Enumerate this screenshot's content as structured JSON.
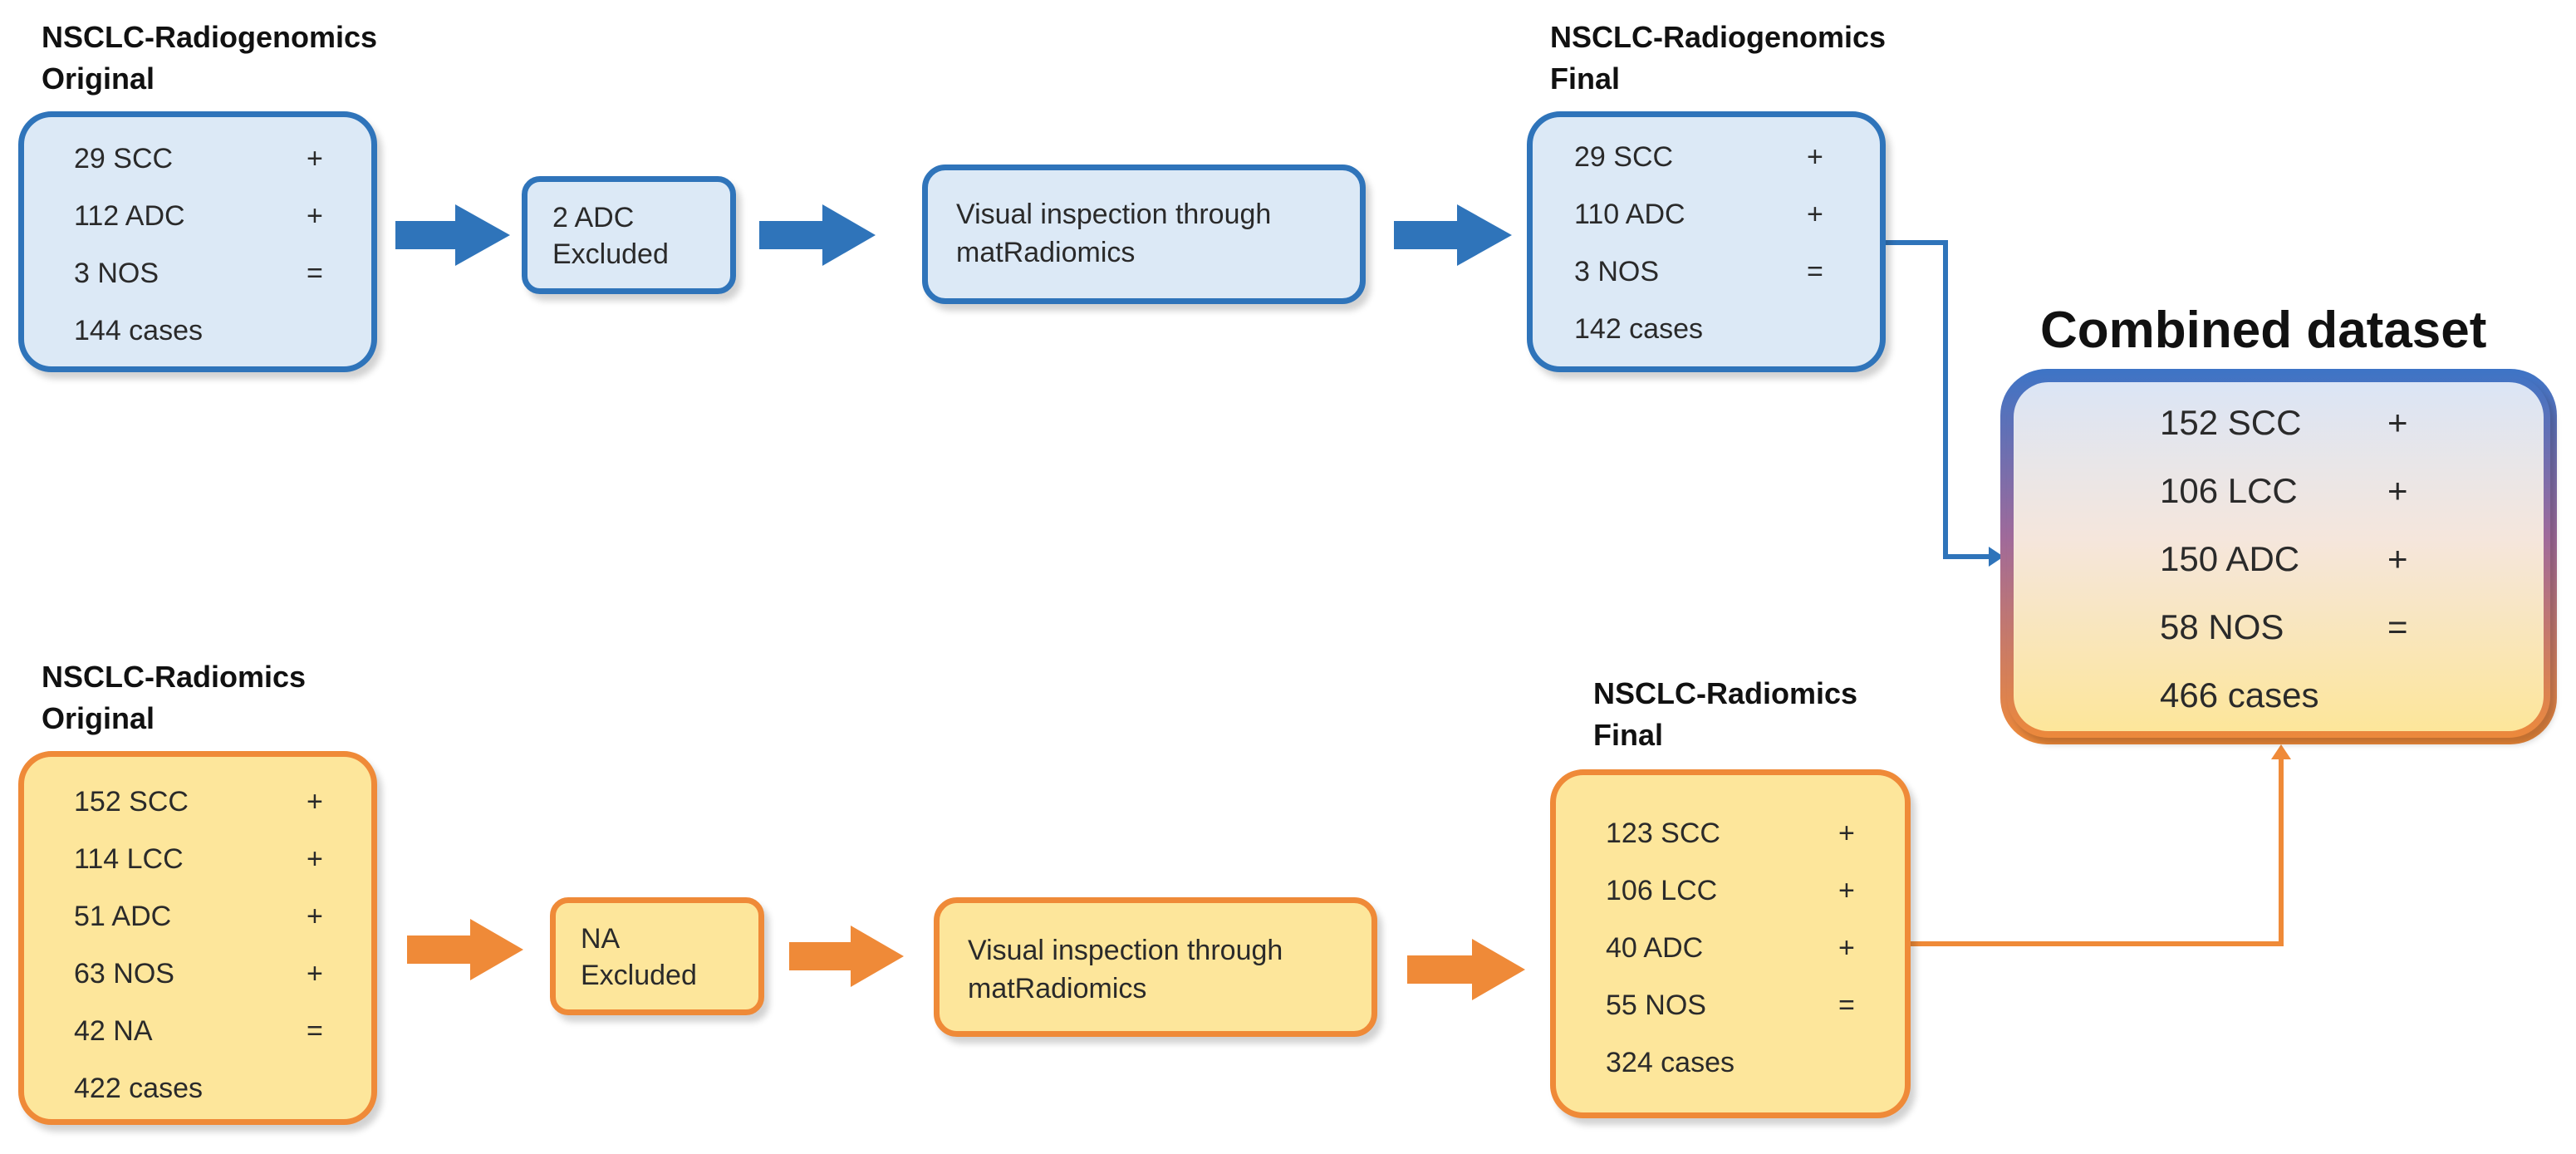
{
  "top": {
    "original": {
      "title_line1": "NSCLC-Radiogenomics",
      "title_line2": "Original",
      "rows": [
        {
          "label": "29 SCC",
          "op": "+"
        },
        {
          "label": "112 ADC",
          "op": "+"
        },
        {
          "label": "3 NOS",
          "op": "="
        },
        {
          "label": "144 cases",
          "op": ""
        }
      ]
    },
    "excluded": {
      "line1": "2 ADC",
      "line2": "Excluded"
    },
    "inspection": {
      "line1": "Visual inspection through",
      "line2": "matRadiomics"
    },
    "final": {
      "title_line1": "NSCLC-Radiogenomics",
      "title_line2": "Final",
      "rows": [
        {
          "label": "29 SCC",
          "op": "+"
        },
        {
          "label": "110 ADC",
          "op": "+"
        },
        {
          "label": "3 NOS",
          "op": "="
        },
        {
          "label": "142 cases",
          "op": ""
        }
      ]
    }
  },
  "bottom": {
    "original": {
      "title_line1": "NSCLC-Radiomics",
      "title_line2": "Original",
      "rows": [
        {
          "label": "152 SCC",
          "op": "+"
        },
        {
          "label": "114 LCC",
          "op": "+"
        },
        {
          "label": "51 ADC",
          "op": "+"
        },
        {
          "label": "63 NOS",
          "op": "+"
        },
        {
          "label": "42 NA",
          "op": "="
        },
        {
          "label": "422 cases",
          "op": ""
        }
      ]
    },
    "excluded": {
      "line1": "NA",
      "line2": "Excluded"
    },
    "inspection": {
      "line1": "Visual inspection through",
      "line2": "matRadiomics"
    },
    "final": {
      "title_line1": "NSCLC-Radiomics",
      "title_line2": "Final",
      "rows": [
        {
          "label": "123 SCC",
          "op": "+"
        },
        {
          "label": "106 LCC",
          "op": "+"
        },
        {
          "label": "40 ADC",
          "op": "+"
        },
        {
          "label": "55 NOS",
          "op": "="
        },
        {
          "label": "324 cases",
          "op": ""
        }
      ]
    }
  },
  "combined": {
    "title": "Combined dataset",
    "rows": [
      {
        "label": "152 SCC",
        "op": "+"
      },
      {
        "label": "106 LCC",
        "op": "+"
      },
      {
        "label": "150 ADC",
        "op": "+"
      },
      {
        "label": "58 NOS",
        "op": "="
      },
      {
        "label": "466 cases",
        "op": ""
      }
    ]
  },
  "colors": {
    "blue": "#2f74ba",
    "orange": "#ef8a38",
    "blue_fill": "#dce9f6",
    "orange_fill": "#fde69b"
  }
}
